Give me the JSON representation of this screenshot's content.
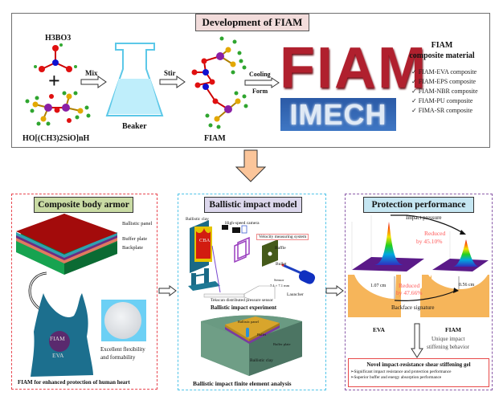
{
  "top": {
    "title": "Development of FIAM",
    "reactant1": "H3BO3",
    "reactant2": "HO[(CH3)2SiO]nH",
    "plus": "+",
    "arrow_mix": "Mix",
    "beaker": "Beaker",
    "arrow_stir": "Stir",
    "product": "FIAM",
    "arrow_cooling": "Cooling",
    "arrow_form": "Form",
    "logo_red": "FIAM",
    "logo_blue": "IMECH",
    "composite_title_line1": "FIAM",
    "composite_title_line2": "composite material",
    "check_icon": "✓",
    "composites": [
      "FIAM-EVA composite",
      "FIAM-EPS composite",
      "FIAM-NBR composite",
      "FIAM-PU composite",
      "FIMA-SR composite"
    ]
  },
  "left": {
    "title": "Composite body armor",
    "layer_ballistic_panel": "Ballistic panel",
    "layer_buffer_plate": "Buffer plate",
    "layer_backplate": "Backplate",
    "vest_inner": "FIAM",
    "vest_outer": "EVA",
    "sample_caption_line1": "Excellent flexibility",
    "sample_caption_line2": "and formability",
    "caption": "FIAM for enhanced protection of human heart",
    "colors": {
      "panel": "#a30b0b",
      "buffer": "#1aa552",
      "vest": "#1c6f8e",
      "vest_insert": "#5a2a6e"
    }
  },
  "middle": {
    "title": "Ballistic impact model",
    "ballistic_clay": "Ballistic clay",
    "cba": "CBA",
    "camera": "High-speed camera",
    "velocity": "Velocity measuring system",
    "baffle": "Baffle",
    "bullet": "Bullet",
    "sensor_line1": "Sensor",
    "sensor_line2": "7.1 × 7.1 mm",
    "launcher": "Launcher",
    "tekscan": "Tekscan distributed pressure sensor",
    "experiment_caption": "Ballistic impact experiment",
    "fe_panel": "Ballistic panel",
    "fe_bullet": "Bullet",
    "fe_buffer": "Buffer plate",
    "fe_clay": "Ballistic clay",
    "fe_caption": "Ballistic impact finite element analysis"
  },
  "right": {
    "title": "Protection performance",
    "impact_pressure": "Impact pressure",
    "pressure_reduced_line1": "Reduced",
    "pressure_reduced_line2": "by 45.10%",
    "depth_eva": "1.07 cm",
    "depth_fiam": "0.56 cm",
    "bfs_reduced_line1": "Reduced",
    "bfs_reduced_line2": "by 47.66%",
    "backface": "Backface signature",
    "label_eva": "EVA",
    "label_fiam": "FIAM",
    "behavior_line1": "Unique impact",
    "behavior_line2": "stiffening behavior",
    "summary_title": "Novel impact-resistance shear stiffening gel",
    "summary_items": [
      "➢Significant impact resistance and protection performance",
      "➢Superior buffer and energy absorption performance"
    ]
  }
}
